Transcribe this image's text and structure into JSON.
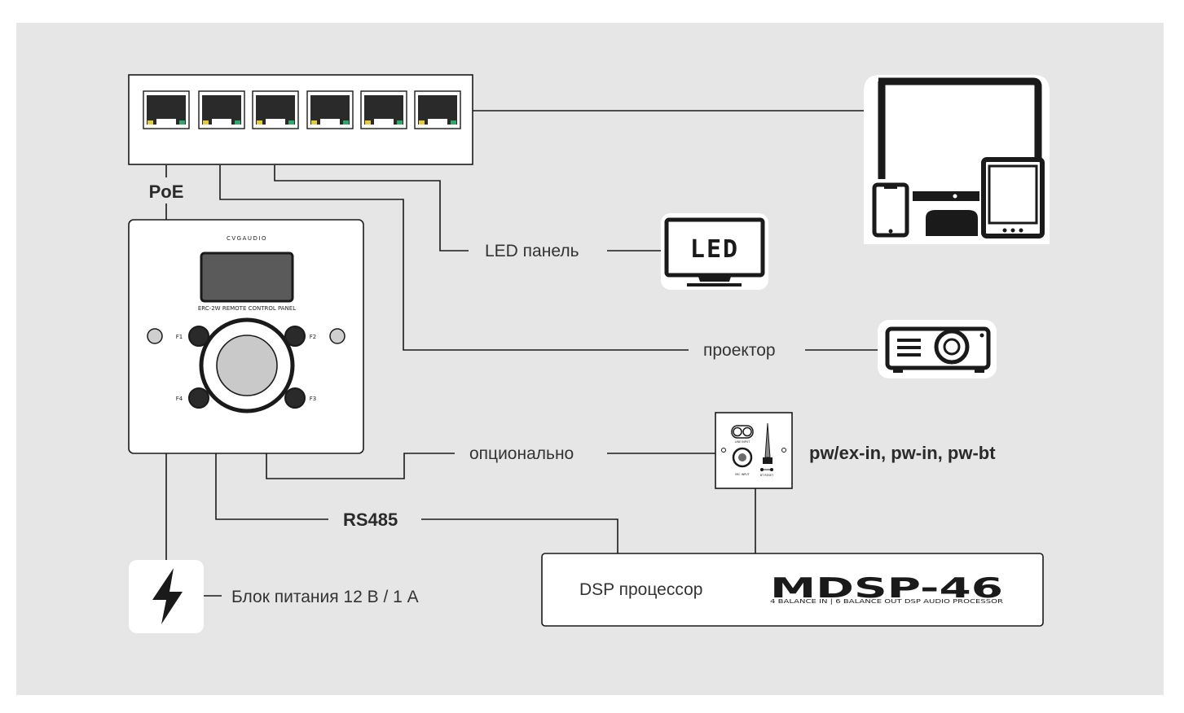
{
  "labels": {
    "poe": "PoE",
    "led_panel": "LED панель",
    "projector": "проектор",
    "optional": "опционально",
    "wall_modules": "pw/ex-in, pw-in, pw-bt",
    "rs485": "RS485",
    "power_supply": "Блок питания 12 В / 1 А",
    "dsp": "DSP процессор"
  },
  "remote_panel": {
    "brand": "CVGAUDIO",
    "model": "ERC-2W REMOTE CONTROL PANEL",
    "keys": [
      "F1",
      "F2",
      "F4",
      "F3"
    ]
  },
  "led_screen": {
    "text": "LED"
  },
  "wall_module": {
    "line_input": "LINE INPUT",
    "mic_input": "MIC INPUT",
    "bt_reset": "BT RESET"
  },
  "dsp_unit": {
    "brand": "MDSP-46",
    "tagline": "4 BALANCE IN | 6 BALANCE OUT DSP AUDIO PROCESSOR"
  },
  "colors": {
    "background": "#e6e6e6",
    "stroke": "#1a1a1a",
    "port_led_left": "#e2cc3a",
    "port_led_right": "#2fa66a",
    "screen": "#5a5a5a",
    "knob": "#c9c9c9"
  },
  "icons": [
    "ethernet-port-icon",
    "devices-icon",
    "led-display-icon",
    "projector-icon",
    "power-bolt-icon"
  ]
}
